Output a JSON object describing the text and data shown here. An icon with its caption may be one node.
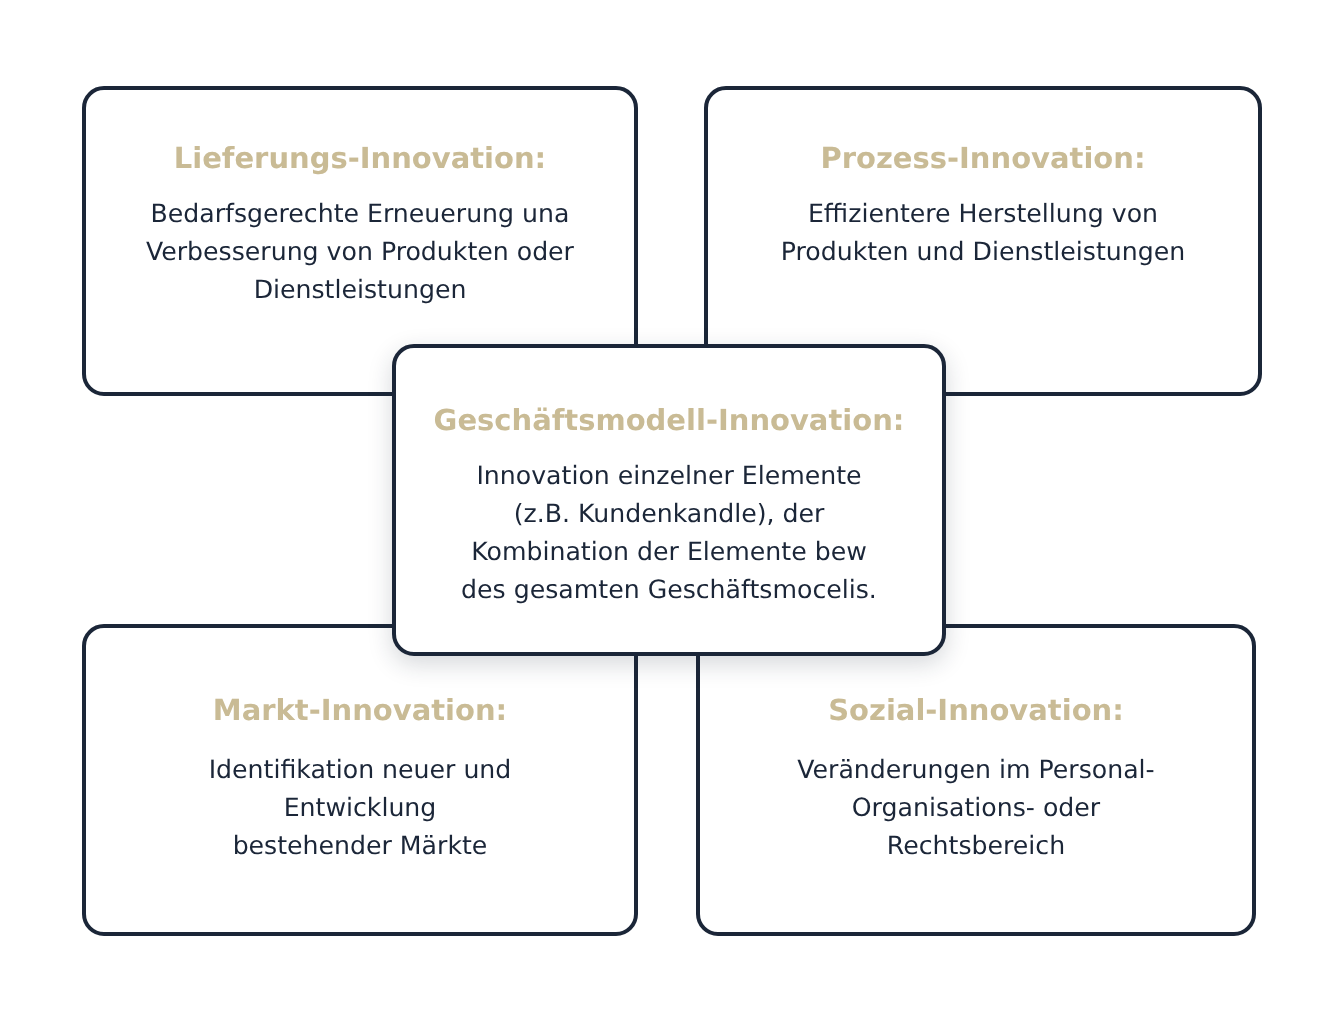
{
  "diagram": {
    "nodes": [
      {
        "text": [
          "Lieferungs-Innovation:",
          "Bedarfsgerechte Erneuerung una Verbesserung von Produkten oder Dienstleistungen"
        ]
      },
      {
        "text": [
          "Prozess-Innovation:",
          "Effizientere Herstellung von Produkten und Dienstleistungen"
        ]
      },
      {
        "text": [
          "Geschäftsmodell-Innovation:",
          "Innovation einzelner Elemente (z.B. Kundenkandle), der Kombination der Elemente bew des gesamten Geschäftsmocelis."
        ]
      },
      {
        "text": [
          "Markt-Innovation:",
          "Identifikation neuer und Entwicklung bestehender Märkte"
        ]
      },
      {
        "text": [
          "Sozial-Innovation:",
          "Veränderungen im Personal-Organisations- oder Rechtsbereich"
        ]
      }
    ]
  }
}
